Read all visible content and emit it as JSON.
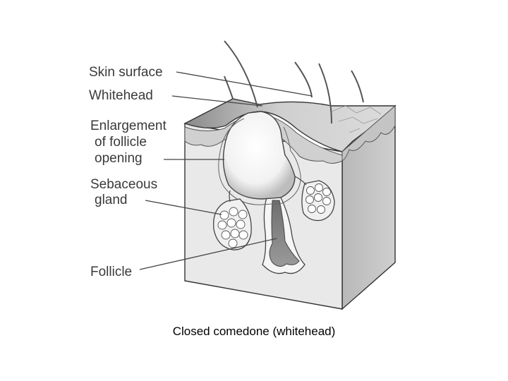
{
  "labels": {
    "skin_surface": "Skin surface",
    "whitehead": "Whitehead",
    "enlargement_1": "Enlargement",
    "enlargement_2": "of follicle",
    "enlargement_3": "opening",
    "sebaceous_1": "Sebaceous",
    "sebaceous_2": "gland",
    "follicle": "Follicle"
  },
  "caption": "Closed comedone (whitehead)"
}
